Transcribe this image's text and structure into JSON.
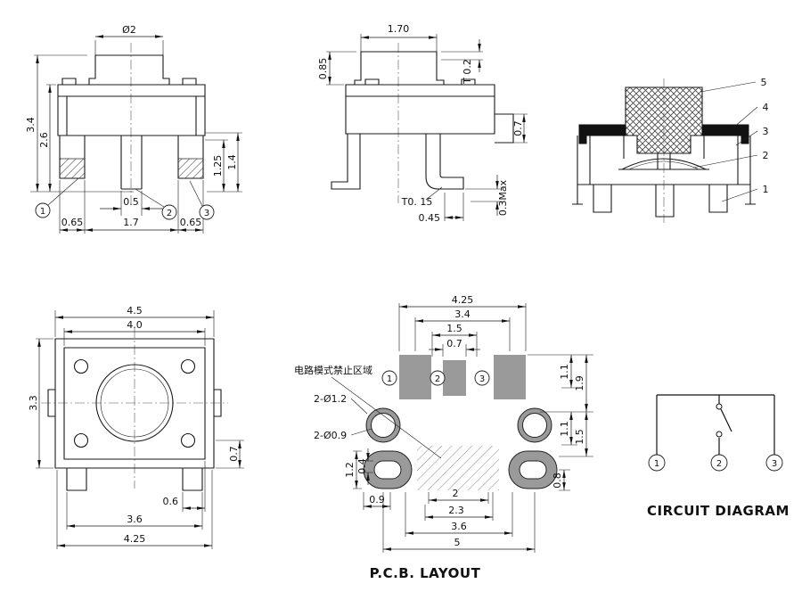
{
  "front_view": {
    "dia": "Ø2",
    "h_total": "3.4",
    "h_body": "2.6",
    "lead_inner": "1.25",
    "lead_outer": "1.4",
    "pin_w": "0.5",
    "pitch_left": "0.65",
    "pitch_center": "1.7",
    "pitch_right": "0.65",
    "pin1": "1",
    "pin2": "2",
    "pin3": "3"
  },
  "side_view": {
    "top_w": "1.70",
    "btn_h": "0.85",
    "cover_t": "T 0.2",
    "step": "0.7",
    "lead_t": "T0. 15",
    "foot_l": "0.45",
    "standoff": "0.3Max"
  },
  "section_view": {
    "p5": "5",
    "p4": "4",
    "p3": "3",
    "p2": "2",
    "p1": "1"
  },
  "bottom_view": {
    "w_outer": "4.5",
    "w_inner": "4.0",
    "h": "3.3",
    "leg_w": "0.7",
    "leg_off": "0.6",
    "leg_span": "3.6",
    "total": "4.25"
  },
  "pcb": {
    "caption": "P.C.B. LAYOUT",
    "keepout_note": "电路模式禁止区域",
    "holes_big": "2-Ø1.2",
    "holes_small": "2-Ø0.9",
    "pad1": "1",
    "pad2": "2",
    "pad3": "3",
    "top1": "4.25",
    "top2": "3.4",
    "top3": "1.5",
    "top4": "0.7",
    "r1": "1.1",
    "r2": "1.9",
    "r3": "1.1",
    "r4": "1.5",
    "r5": "0.8",
    "l1": "1.2",
    "l2": "0.4",
    "b1": "0.9",
    "b2": "2",
    "b3": "2.3",
    "b4": "3.6",
    "b5": "5"
  },
  "circuit": {
    "caption": "CIRCUIT DIAGRAM",
    "t1": "1",
    "t2": "2",
    "t3": "3"
  }
}
